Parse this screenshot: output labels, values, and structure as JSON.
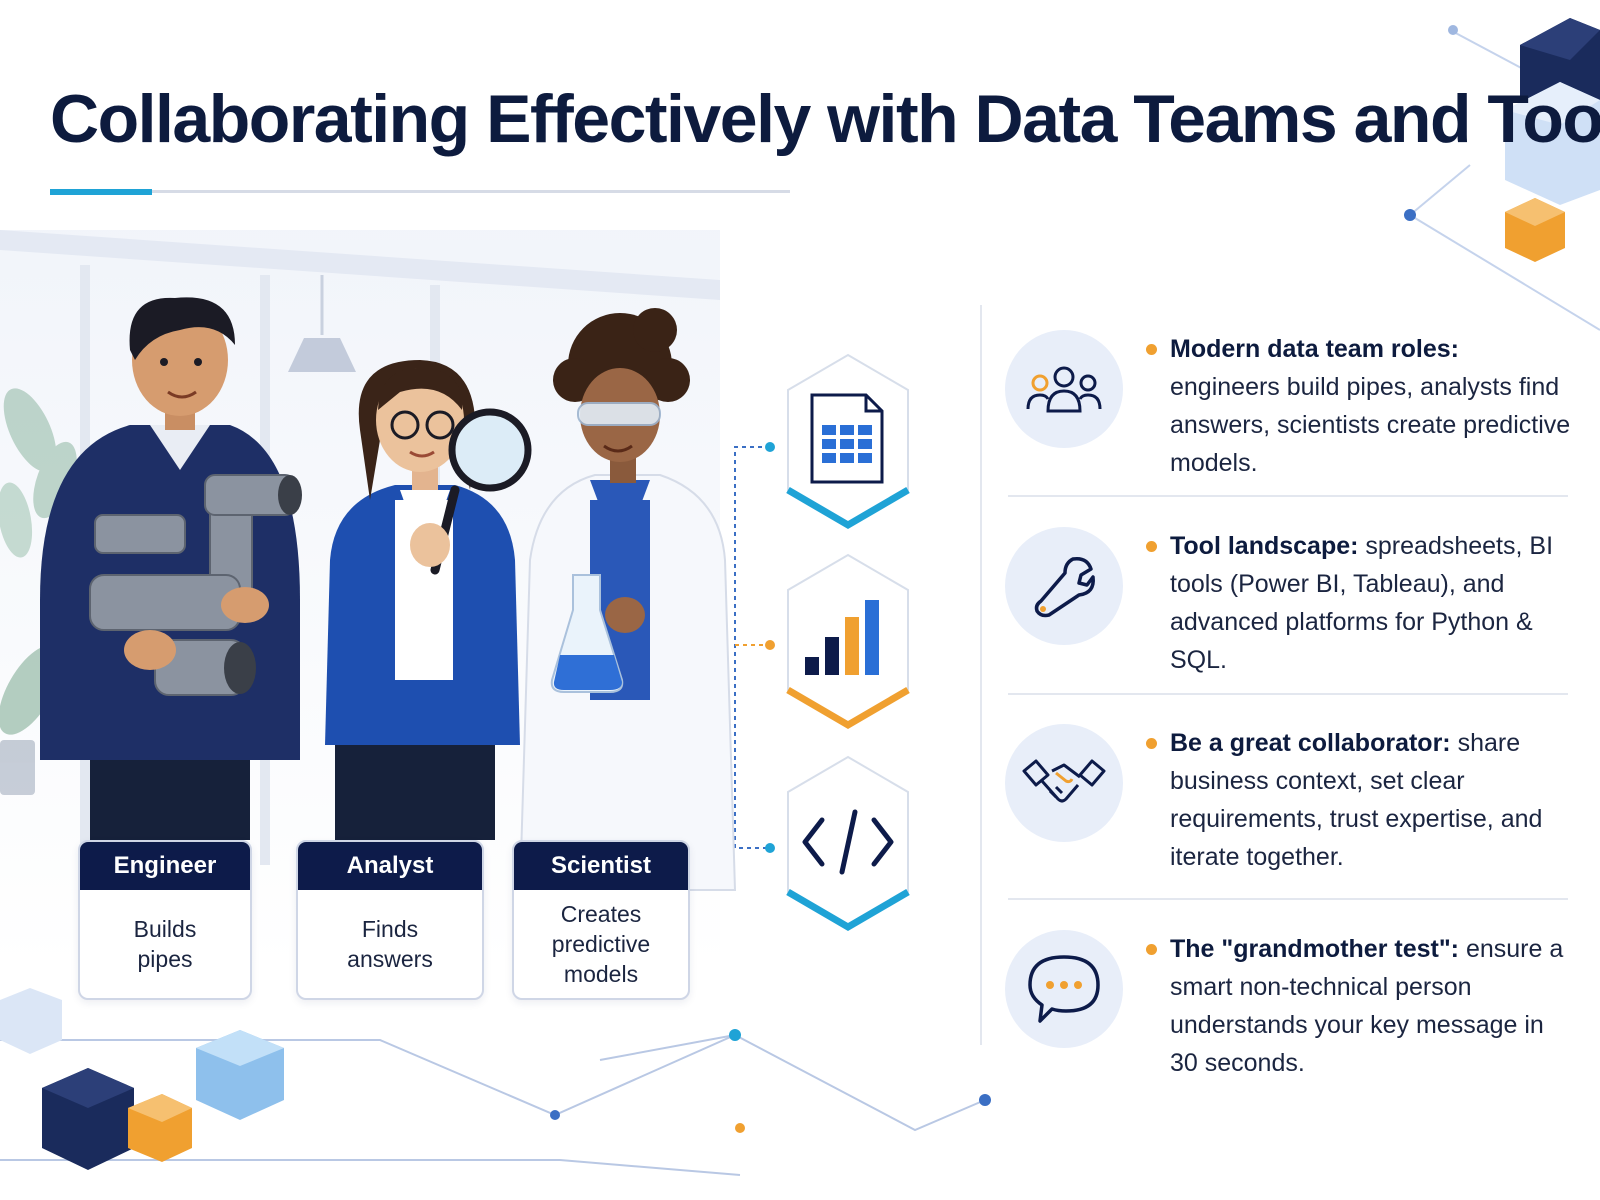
{
  "title": "Collaborating Effectively with Data Teams and Tools",
  "roles": [
    {
      "name": "Engineer",
      "desc": "Builds pipes"
    },
    {
      "name": "Analyst",
      "desc": "Finds answers"
    },
    {
      "name": "Scientist",
      "desc": "Creates predictive models"
    }
  ],
  "tools": [
    {
      "icon": "spreadsheet-icon",
      "accent": "#1fa3d6"
    },
    {
      "icon": "bar-chart-icon",
      "accent": "#f0a030"
    },
    {
      "icon": "code-icon",
      "accent": "#1fa3d6"
    }
  ],
  "points": [
    {
      "icon": "team-icon",
      "label": "Modern data team roles:",
      "text": "engineers build pipes, analysts find answers, scientists create predictive models."
    },
    {
      "icon": "wrench-icon",
      "label": "Tool landscape:",
      "text": "spreadsheets, BI tools (Power BI, Tableau), and advanced platforms for Python & SQL."
    },
    {
      "icon": "handshake-icon",
      "label": "Be a great collaborator:",
      "text": "share business context, set clear requirements, trust expertise, and iterate together."
    },
    {
      "icon": "speech-bubble-icon",
      "label": "The \"grandmother test\":",
      "text": "ensure a smart non-technical person understands your key message in 30 seconds."
    }
  ],
  "colors": {
    "navy": "#0d1b4a",
    "accent_blue": "#1fa3d6",
    "accent_orange": "#f0a030",
    "royal_blue": "#1e4fb0"
  }
}
